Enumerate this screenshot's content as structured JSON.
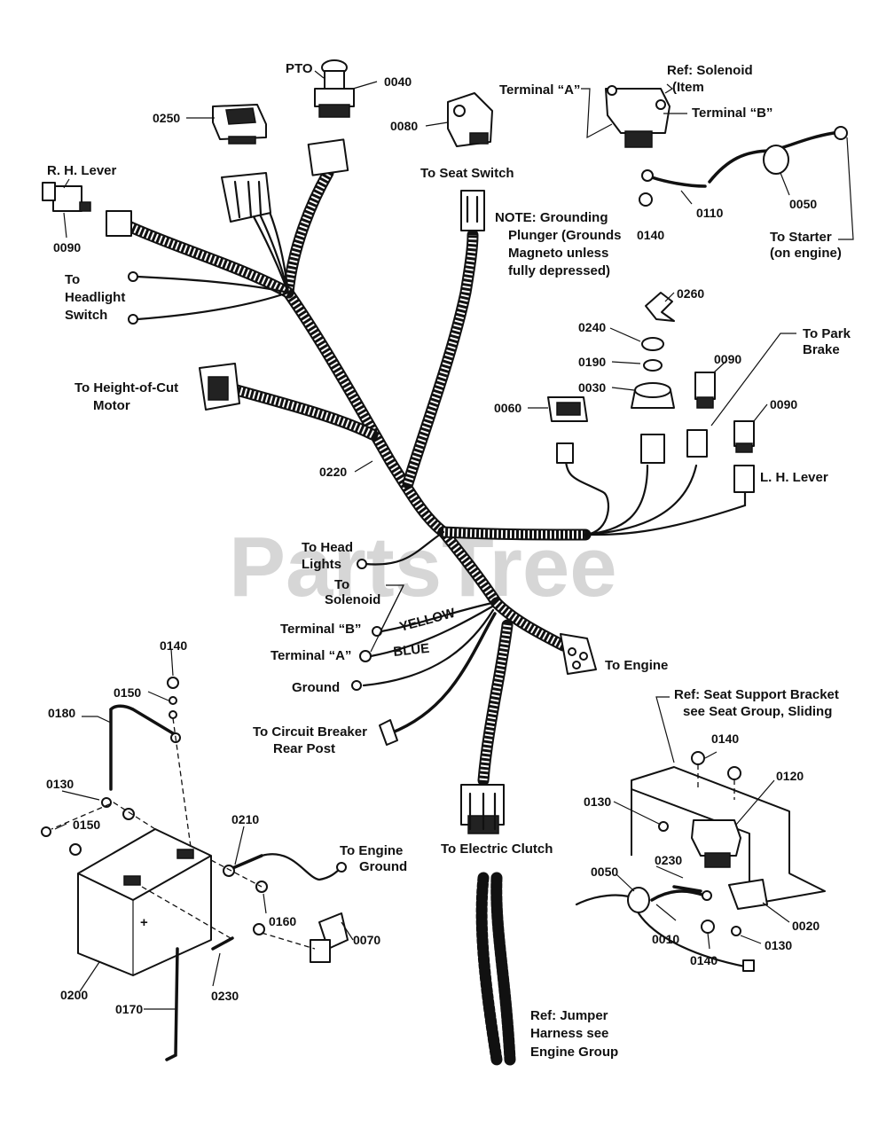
{
  "watermark": "PartsTree",
  "labels": {
    "pto": "PTO",
    "ref_solenoid": "Ref: Solenoid",
    "ref_solenoid_item": "(Item",
    "terminal_a_top": "Terminal “A”",
    "terminal_b_top": "Terminal “B”",
    "rh_lever": "R. H. Lever",
    "to_seat_switch": "To Seat Switch",
    "note_l1": "NOTE: Grounding",
    "note_l2": "Plunger (Grounds",
    "note_l3": "Magneto unless",
    "note_l4": "fully depressed)",
    "to_starter_l1": "To Starter",
    "to_starter_l2": "(on engine)",
    "to_headlight_l1": "To",
    "to_headlight_l2": "Headlight",
    "to_headlight_l3": "Switch",
    "to_park_brake_l1": "To Park",
    "to_park_brake_l2": "Brake",
    "to_height_l1": "To Height-of-Cut",
    "to_height_l2": "Motor",
    "lh_lever": "L. H. Lever",
    "to_head_lights_l1": "To Head",
    "to_head_lights_l2": "Lights",
    "to_solenoid_l1": "To",
    "to_solenoid_l2": "Solenoid",
    "terminal_b": "Terminal “B”",
    "terminal_a": "Terminal “A”",
    "yellow": "YELLOW",
    "blue": "BLUE",
    "ground": "Ground",
    "to_engine": "To Engine",
    "to_circuit_l1": "To Circuit Breaker",
    "to_circuit_l2": "Rear Post",
    "to_electric_clutch": "To  Electric Clutch",
    "ref_seat_l1": "Ref: Seat Support Bracket",
    "ref_seat_l2": "see  Seat Group, Sliding",
    "to_engine_ground_l1": "To Engine",
    "to_engine_ground_l2": "Ground",
    "ref_jumper_l1": "Ref: Jumper",
    "ref_jumper_l2": "Harness see",
    "ref_jumper_l3": "Engine Group"
  },
  "part_numbers": {
    "p0040": "0040",
    "p0250": "0250",
    "p0080": "0080",
    "p0090_rh": "0090",
    "p0110": "0110",
    "p0050_top": "0050",
    "p0140_top": "0140",
    "p0260": "0260",
    "p0240": "0240",
    "p0190": "0190",
    "p0030": "0030",
    "p0060": "0060",
    "p0090_park": "0090",
    "p0090_lh": "0090",
    "p0220": "0220",
    "p0140_bat": "0140",
    "p0150_a": "0150",
    "p0180": "0180",
    "p0130_bat": "0130",
    "p0150_b": "0150",
    "p0210": "0210",
    "p0160": "0160",
    "p0200": "0200",
    "p0230_bat": "0230",
    "p0070": "0070",
    "p0170": "0170",
    "p0140_seat1": "0140",
    "p0120": "0120",
    "p0130_seat1": "0130",
    "p0050_seat": "0050",
    "p0230_seat": "0230",
    "p0010": "0010",
    "p0020": "0020",
    "p0140_seat2": "0140",
    "p0130_seat2": "0130"
  }
}
